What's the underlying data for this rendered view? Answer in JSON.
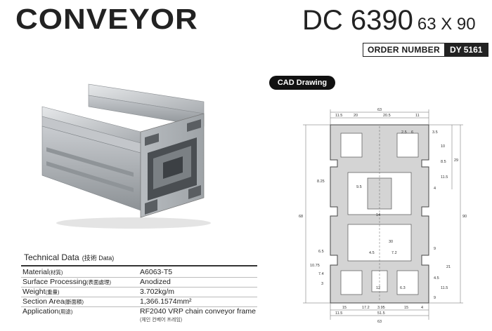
{
  "header": {
    "title": "CONVEYOR",
    "model": "DC 6390",
    "size": "63 X 90",
    "order_label": "ORDER NUMBER",
    "order_number": "DY 5161"
  },
  "cad": {
    "label": "CAD Drawing",
    "dims_top": [
      "63",
      "11.5",
      "20",
      "20.5",
      "11",
      "2.5",
      "6",
      "3.5"
    ],
    "dims_bottom": [
      "15",
      "17.2",
      "3.95",
      "15",
      "4",
      "11.5",
      "51.5",
      "63"
    ],
    "dims_center": [
      "30",
      "12",
      "6.3",
      "4.5",
      "7.2",
      "14",
      "9.5"
    ],
    "dims_left": [
      "68",
      "8.25",
      "10.75",
      "6.5",
      "7.4",
      "3"
    ],
    "dims_right": [
      "90",
      "29",
      "10",
      "8.5",
      "11.5",
      "4",
      "21",
      "9",
      "4.5",
      "11.5",
      "9"
    ]
  },
  "tech": {
    "title": "Technical Data",
    "title_cjk": "(技術 Data)",
    "rows": [
      {
        "key": "Material",
        "key_cjk": "(材質)",
        "value": "A6063-T5"
      },
      {
        "key": "Surface Processing",
        "key_cjk": "(表面處理)",
        "value": "Anodized"
      },
      {
        "key": "Weight",
        "key_cjk": "(重量)",
        "value": "3.702kg/m"
      },
      {
        "key": "Section Area",
        "key_cjk": "(斷面積)",
        "value": "1,366.1574mm²"
      },
      {
        "key": "Application",
        "key_cjk": "(用途)",
        "value": "RF2040 VRP chain conveyor frame",
        "note": "(체인 컨베어 프레임)"
      }
    ]
  },
  "colors": {
    "dark": "#222222",
    "profile_gray": "#b8bcc0",
    "cad_fill": "#d4d4d4"
  }
}
